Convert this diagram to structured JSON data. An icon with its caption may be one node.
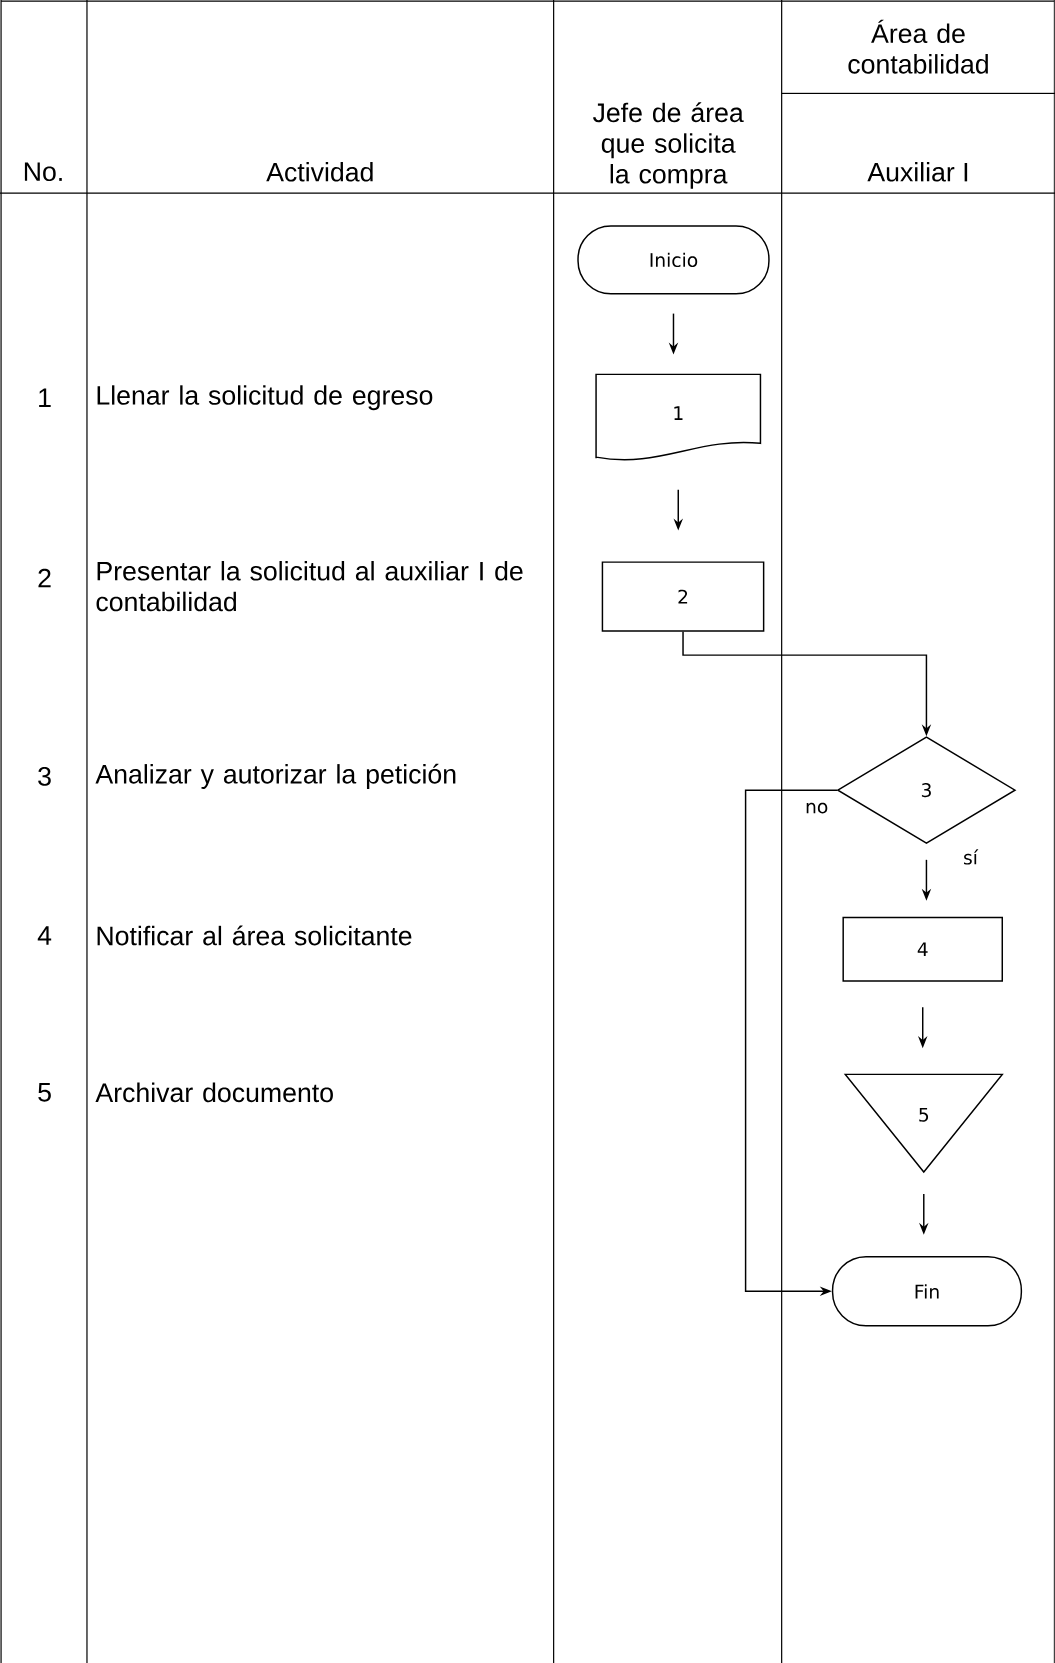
{
  "diagram": {
    "nodes": [
      {
        "text": [
          "Inicio"
        ]
      },
      {
        "text": [
          "1"
        ]
      },
      {
        "text": [
          "2"
        ]
      },
      {
        "text": [
          "3"
        ]
      },
      {
        "text": [
          "4"
        ]
      },
      {
        "text": [
          "5"
        ]
      },
      {
        "text": [
          "Fin"
        ]
      }
    ],
    "edges": [
      {
        "from": 0,
        "to": 1,
        "arrow": "to"
      },
      {
        "from": 1,
        "to": 2,
        "arrow": "to"
      },
      {
        "from": 2,
        "to": 3,
        "arrow": "to"
      },
      {
        "from": 3,
        "to": 4,
        "arrow": "to",
        "label": "sí"
      },
      {
        "from": 4,
        "to": 5,
        "arrow": "to"
      },
      {
        "from": 5,
        "to": 6,
        "arrow": "to"
      },
      {
        "from": 3,
        "to": 6,
        "arrow": "to",
        "label": "no"
      }
    ],
    "labels": [
      "Área de contabilidad",
      "Jefe de área que solicita la compra",
      "No.",
      "Actividad",
      "Auxiliar I",
      "1",
      "Llenar la solicitud de egreso",
      "2",
      "Presentar la solicitud al auxiliar I de contabilidad",
      "3",
      "Analizar y autorizar la petición",
      "4",
      "Notificar al área solicitante",
      "5",
      "Archivar documento"
    ]
  }
}
